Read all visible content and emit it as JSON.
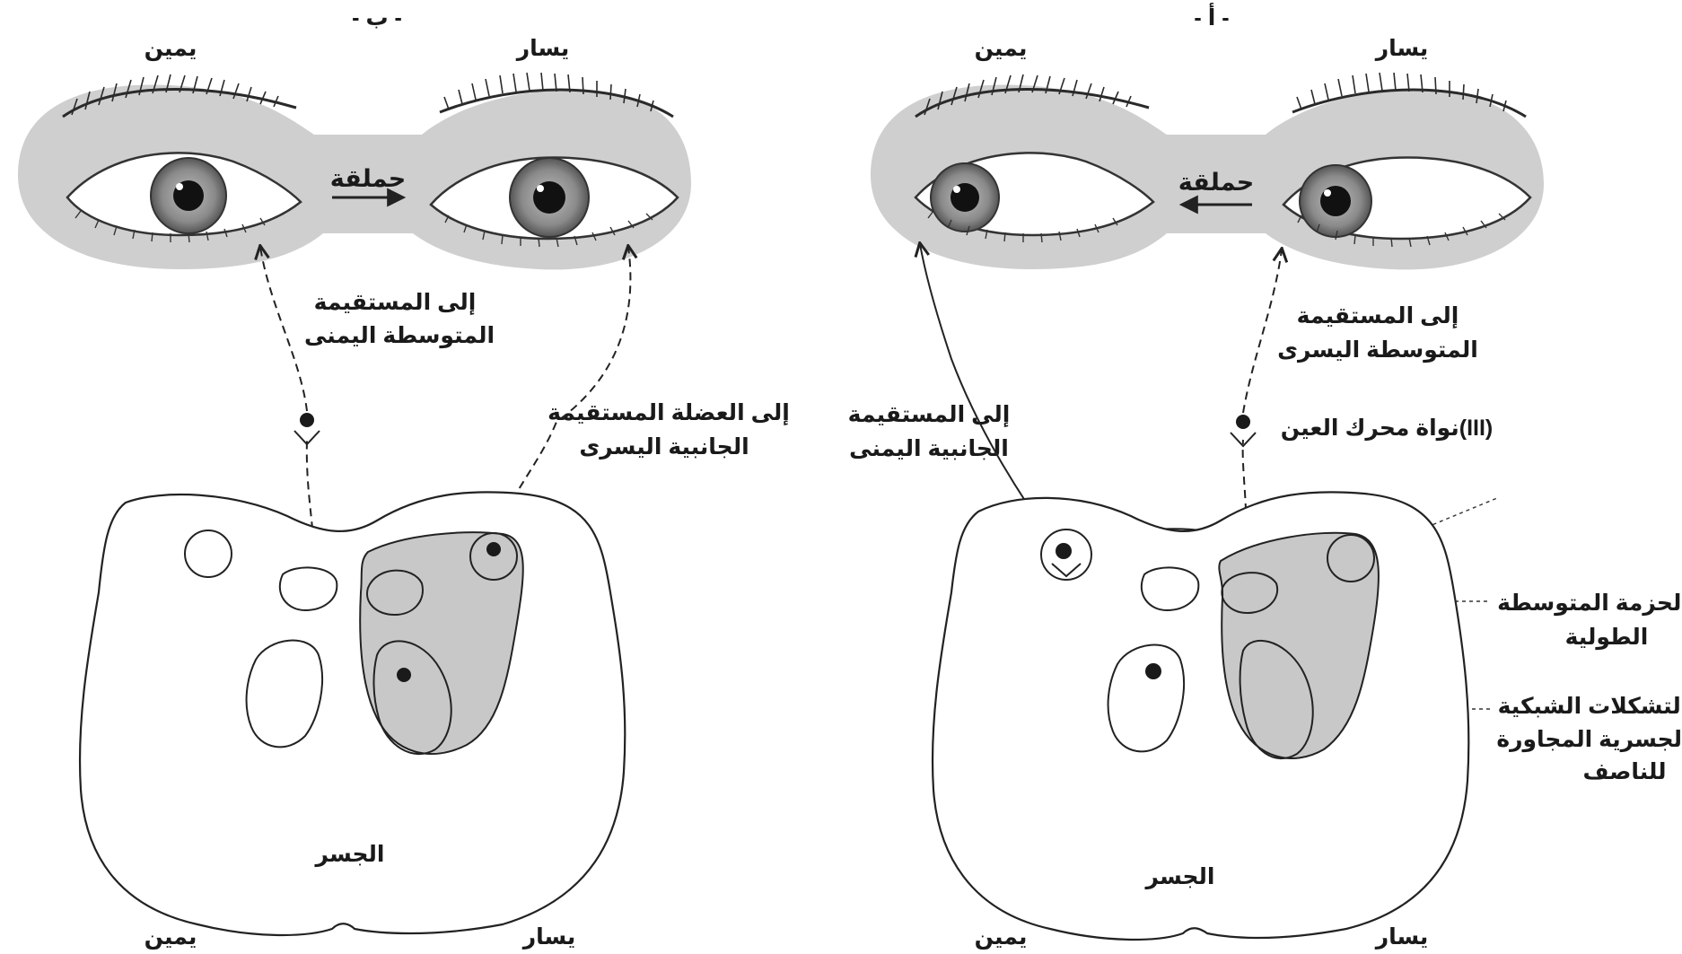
{
  "panels": {
    "b": {
      "title": "- ب -",
      "eye_right_label": "يمين",
      "eye_left_label": "يسار",
      "gaze_label": "حملقة",
      "mr_line1": "إلى المستقيمة",
      "mr_line2": "المتوسطة اليمنى",
      "lr_line1": "إلى العضلة المستقيمة",
      "lr_line2": "الجانبية اليسرى",
      "pons_label": "الجسر",
      "bottom_right": "يمين",
      "bottom_left": "يسار"
    },
    "a": {
      "title": "- أ -",
      "eye_right_label": "يمين",
      "eye_left_label": "يسار",
      "gaze_label": "حملقة",
      "mr_line1": "إلى المستقيمة",
      "mr_line2": "المتوسطة اليسرى",
      "lr_line1": "إلى المستقيمة",
      "lr_line2": "الجانبية اليمنى",
      "nucleus_label": "نواة محرك العين(III)",
      "mlf_line1": "الحزمة المتوسطة",
      "mlf_line2": "الطولية",
      "pprf_line1": "التشكلات الشبكية",
      "pprf_line2": "الجسرية المجاورة",
      "pprf_line3": "للناصف",
      "pons_label": "الجسر",
      "bottom_right": "يمين",
      "bottom_left": "يسار"
    }
  },
  "colors": {
    "shading": "#c8c8c8",
    "skin": "#cfcfcf",
    "iris": "#8a8a8a",
    "line": "#222222"
  }
}
